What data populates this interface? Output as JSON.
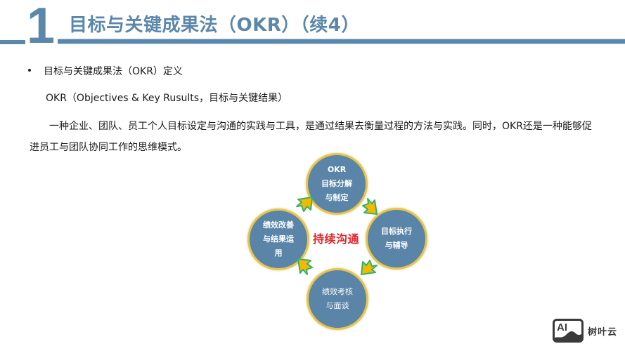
{
  "header": {
    "section_number": "1",
    "title": "目标与关键成果法（OKR）（续4）",
    "accent_color": "#5b87ab"
  },
  "content": {
    "bullet_heading": "目标与关键成果法（OKR）定义",
    "okr_full_name": "OKR（Objectives & Key Rusults，目标与关键结果）",
    "paragraph": "一种企业、团队、员工个人目标设定与沟通的实践与工具，是通过结果去衡量过程的方法与实践。同时，OKR还是一种能够促进员工与团队协同工作的思维模式。"
  },
  "diagram": {
    "center_label": "持续沟通",
    "center_color": "#e0252b",
    "node_fill": "#5a85a8",
    "node_border": "#e8c54a",
    "arrow_fill": "#f5b800",
    "arrow_stroke": "#2fb36b",
    "nodes": [
      {
        "position": "top",
        "lines": [
          "OKR",
          "目标分解",
          "与制定"
        ]
      },
      {
        "position": "right",
        "lines": [
          "目标执行",
          "与辅导"
        ]
      },
      {
        "position": "bottom",
        "lines": [
          "绩效考核",
          "与面谈"
        ]
      },
      {
        "position": "left",
        "lines": [
          "绩效改善",
          "与结果运",
          "用"
        ]
      }
    ]
  },
  "watermark": {
    "logo_text": "AI",
    "brand": "树叶云"
  }
}
